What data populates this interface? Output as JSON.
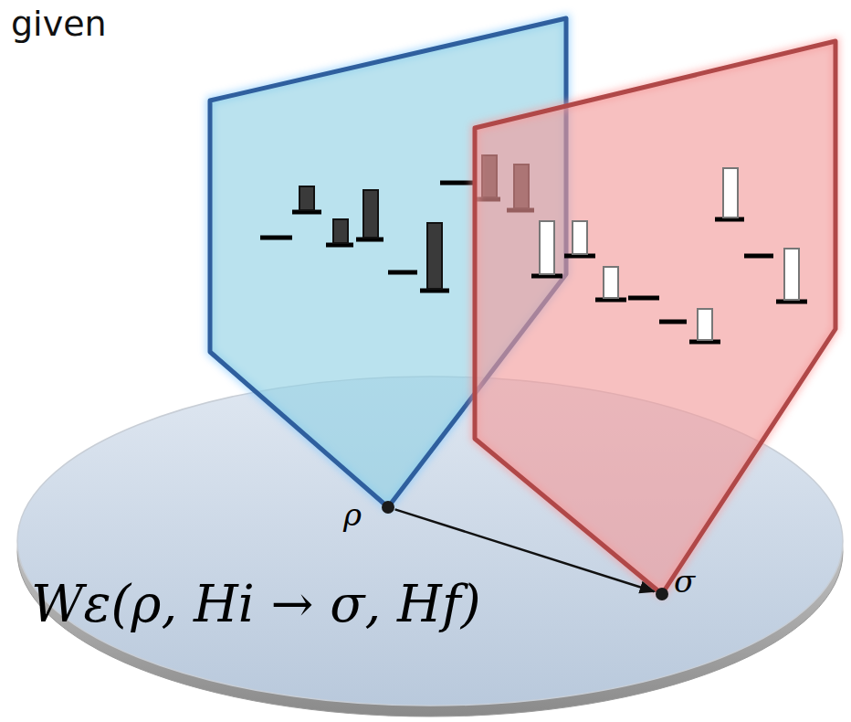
{
  "diagram": {
    "nodes": [
      {
        "text": [
          "Wε(ρ, Hi → σ, Hf)"
        ]
      },
      {
        "text": [
          "ρ"
        ],
        "in": 0
      },
      {
        "text": [
          "σ"
        ],
        "in": 0
      }
    ],
    "edges": [
      {
        "from": 1,
        "to": 2,
        "arrow": "to"
      }
    ],
    "labels": [
      "given"
    ]
  }
}
